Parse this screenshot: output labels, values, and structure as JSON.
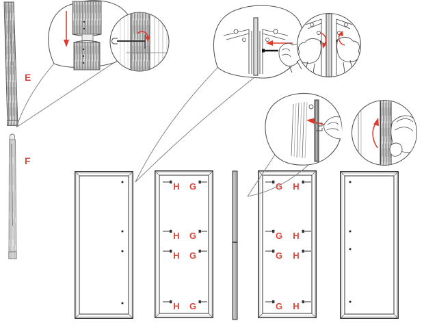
{
  "colors": {
    "accent_red": "#d9453a",
    "arrow_red": "#e03a2c",
    "line_gray": "#444444",
    "wood_gray": "#b3b3b3"
  },
  "parts": {
    "strip_e_label": "E",
    "strip_f_label": "F"
  },
  "doors": {
    "door2_rows": [
      {
        "left": "H",
        "right": "G"
      },
      {
        "left": "H",
        "right": "G"
      },
      {
        "left": "H",
        "right": "G"
      },
      {
        "left": "H",
        "right": "G"
      }
    ],
    "door3_rows": [
      {
        "left": "G",
        "right": "H"
      },
      {
        "left": "G",
        "right": "H"
      },
      {
        "left": "G",
        "right": "H"
      },
      {
        "left": "G",
        "right": "H"
      }
    ]
  }
}
